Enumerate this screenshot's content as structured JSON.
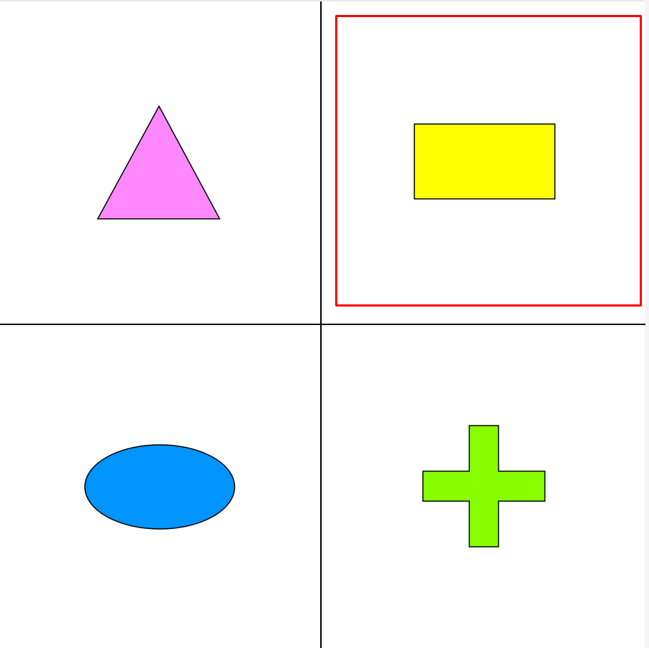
{
  "grid": {
    "rows": 2,
    "columns": 2,
    "selected_cell": "top-right",
    "selection_color": "#ff0000",
    "divider_color": "#000000"
  },
  "cells": [
    {
      "position": "top-left",
      "shape": "triangle",
      "fill": "#ff88ff",
      "stroke": "#000000"
    },
    {
      "position": "top-right",
      "shape": "rectangle",
      "fill": "#ffff00",
      "stroke": "#000000"
    },
    {
      "position": "bottom-left",
      "shape": "ellipse",
      "fill": "#0094ff",
      "stroke": "#000000"
    },
    {
      "position": "bottom-right",
      "shape": "cross",
      "fill": "#88ff00",
      "stroke": "#000000"
    }
  ]
}
